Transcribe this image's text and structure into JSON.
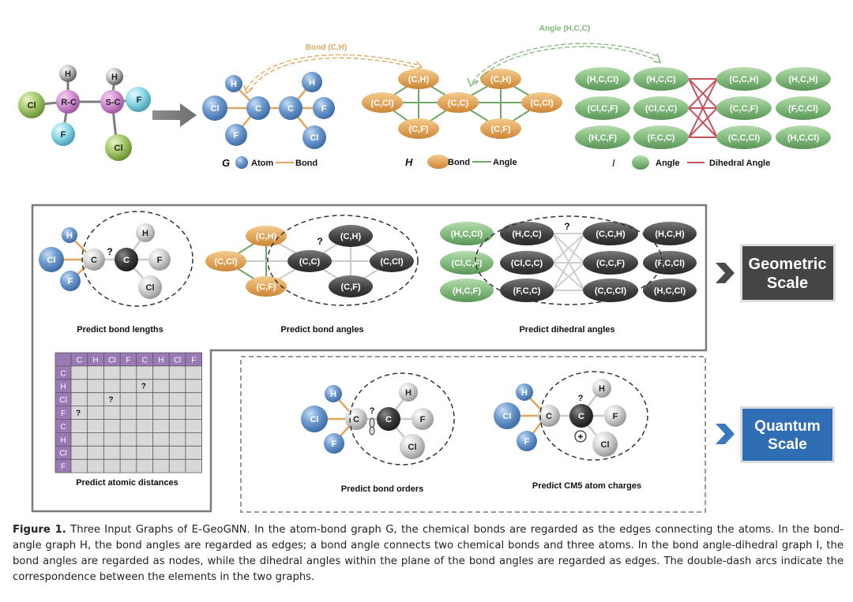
{
  "top": {
    "molecule": {
      "atoms": [
        "Cl",
        "R-C",
        "S-C",
        "H",
        "H",
        "F",
        "F",
        "Cl"
      ]
    },
    "graph_g": {
      "arc_label": "Bond (C,H)",
      "legend_symbol": "G",
      "legend_node": "Atom",
      "legend_edge": "Bond",
      "atoms": [
        "H",
        "Cl",
        "C",
        "F",
        "C",
        "H",
        "F",
        "Cl"
      ]
    },
    "graph_h": {
      "arc_label": "Angle (H,C,C)",
      "legend_symbol": "H",
      "legend_node": "Bond",
      "legend_edge": "Angle",
      "nodes": [
        "(C,H)",
        "(C,Cl)",
        "(C,F)",
        "(C,C)",
        "(C,H)",
        "(C,Cl)",
        "(C,F)"
      ]
    },
    "graph_i": {
      "legend_symbol": "I",
      "legend_node": "Angle",
      "legend_edge": "Dihedral Angle",
      "col1": [
        "(H,C,Cl)",
        "(Cl,C,F)",
        "(H,C,F)"
      ],
      "col2": [
        "(H,C,C)",
        "(Cl,C,C)",
        "(F,C,C)"
      ],
      "col3": [
        "(C,C,H)",
        "(C,C,F)",
        "(C,C,Cl)"
      ],
      "col4": [
        "(H,C,H)",
        "(F,C,Cl)",
        "(H,C,Cl)"
      ]
    }
  },
  "geometric": {
    "bond_lengths": {
      "caption": "Predict bond lengths",
      "question": "?",
      "left_atoms": [
        "H",
        "Cl",
        "F"
      ],
      "center_atoms": [
        "C",
        "C"
      ],
      "right_atoms": [
        "H",
        "F",
        "Cl"
      ]
    },
    "bond_angles": {
      "caption": "Predict bond angles",
      "question": "?",
      "left_nodes": [
        "(C,H)",
        "(C,Cl)",
        "(C,F)"
      ],
      "right_nodes": [
        "(C,C)",
        "(C,H)",
        "(C,Cl)",
        "(C,F)"
      ]
    },
    "dihedral": {
      "caption": "Predict dihedral angles",
      "question": "?",
      "col1": [
        "(H,C,Cl)",
        "(Cl,C,F)",
        "(H,C,F)"
      ],
      "col2": [
        "(H,C,C)",
        "(Cl,C,C)",
        "(F,C,C)"
      ],
      "col3": [
        "(C,C,H)",
        "(C,C,F)",
        "(C,C,Cl)"
      ],
      "col4": [
        "(H,C,H)",
        "(F,C,Cl)",
        "(H,C,Cl)"
      ]
    },
    "distances": {
      "caption": "Predict atomic distances",
      "headers": [
        "C",
        "H",
        "Cl",
        "F",
        "C",
        "H",
        "Cl",
        "F"
      ],
      "questions": [
        {
          "row": 1,
          "col": 4,
          "text": "?"
        },
        {
          "row": 2,
          "col": 2,
          "text": "?"
        },
        {
          "row": 3,
          "col": 0,
          "text": "?"
        }
      ]
    },
    "scale_label_1": "Geometric",
    "scale_label_2": "Scale"
  },
  "quantum": {
    "bond_orders": {
      "caption": "Predict bond orders",
      "question": "?"
    },
    "charges": {
      "caption": "Predict  CM5 atom charges",
      "question": "?",
      "charge_symbol": "+"
    },
    "scale_label_1": "Quantum",
    "scale_label_2": "Scale"
  },
  "colors": {
    "atom_blue": "#6f9bd0",
    "bond_orange": "#e2a45a",
    "angle_green": "#7fb87a",
    "dihedral_red": "#c9505e",
    "dark_node": "#404040",
    "geometric_box": "#454545",
    "quantum_box": "#2f6db5",
    "matrix_header": "#9a79b5"
  },
  "caption": {
    "label": "Figure 1.",
    "text": " Three Input Graphs of E-GeoGNN. In the atom-bond graph G, the chemical bonds are regarded as the edges connecting the atoms. In the bond-angle graph H, the bond angles are regarded as edges; a bond angle connects two chemical bonds and three atoms. In the bond angle-dihedral graph I, the bond angles are regarded as nodes, while the dihedral angles within the plane of the bond angles are regarded as edges. The double-dash arcs indicate the correspondence between the elements in the two graphs."
  }
}
